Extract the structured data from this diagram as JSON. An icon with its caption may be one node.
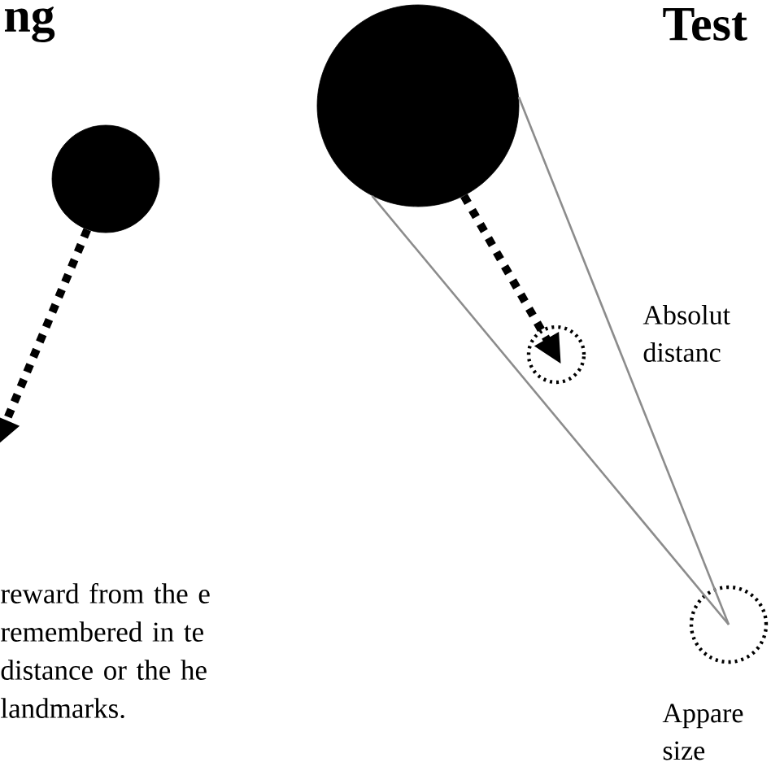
{
  "diagram": {
    "nodes": [
      {
        "text": [],
        "shape": "circle"
      },
      {
        "text": [],
        "shape": "circle"
      },
      {
        "text": [],
        "shape": "circle",
        "beside": [
          "Absolut distanc"
        ]
      },
      {
        "text": [],
        "shape": "circle",
        "beside": [
          "Appare size"
        ]
      }
    ],
    "edges": [
      {
        "from": 0,
        "to": null,
        "arrow": "to",
        "style": "dashed"
      },
      {
        "from": 1,
        "to": 2,
        "arrow": "to",
        "style": "dashed"
      },
      {
        "from": 1,
        "to": 3,
        "arrow": "none",
        "color": "#8c8c8c"
      },
      {
        "from": 1,
        "to": 3,
        "arrow": "none",
        "color": "#8c8c8c"
      }
    ],
    "labels": [
      "ng",
      "Test",
      "reward from the e remembered in te distance or the he landmarks."
    ]
  }
}
